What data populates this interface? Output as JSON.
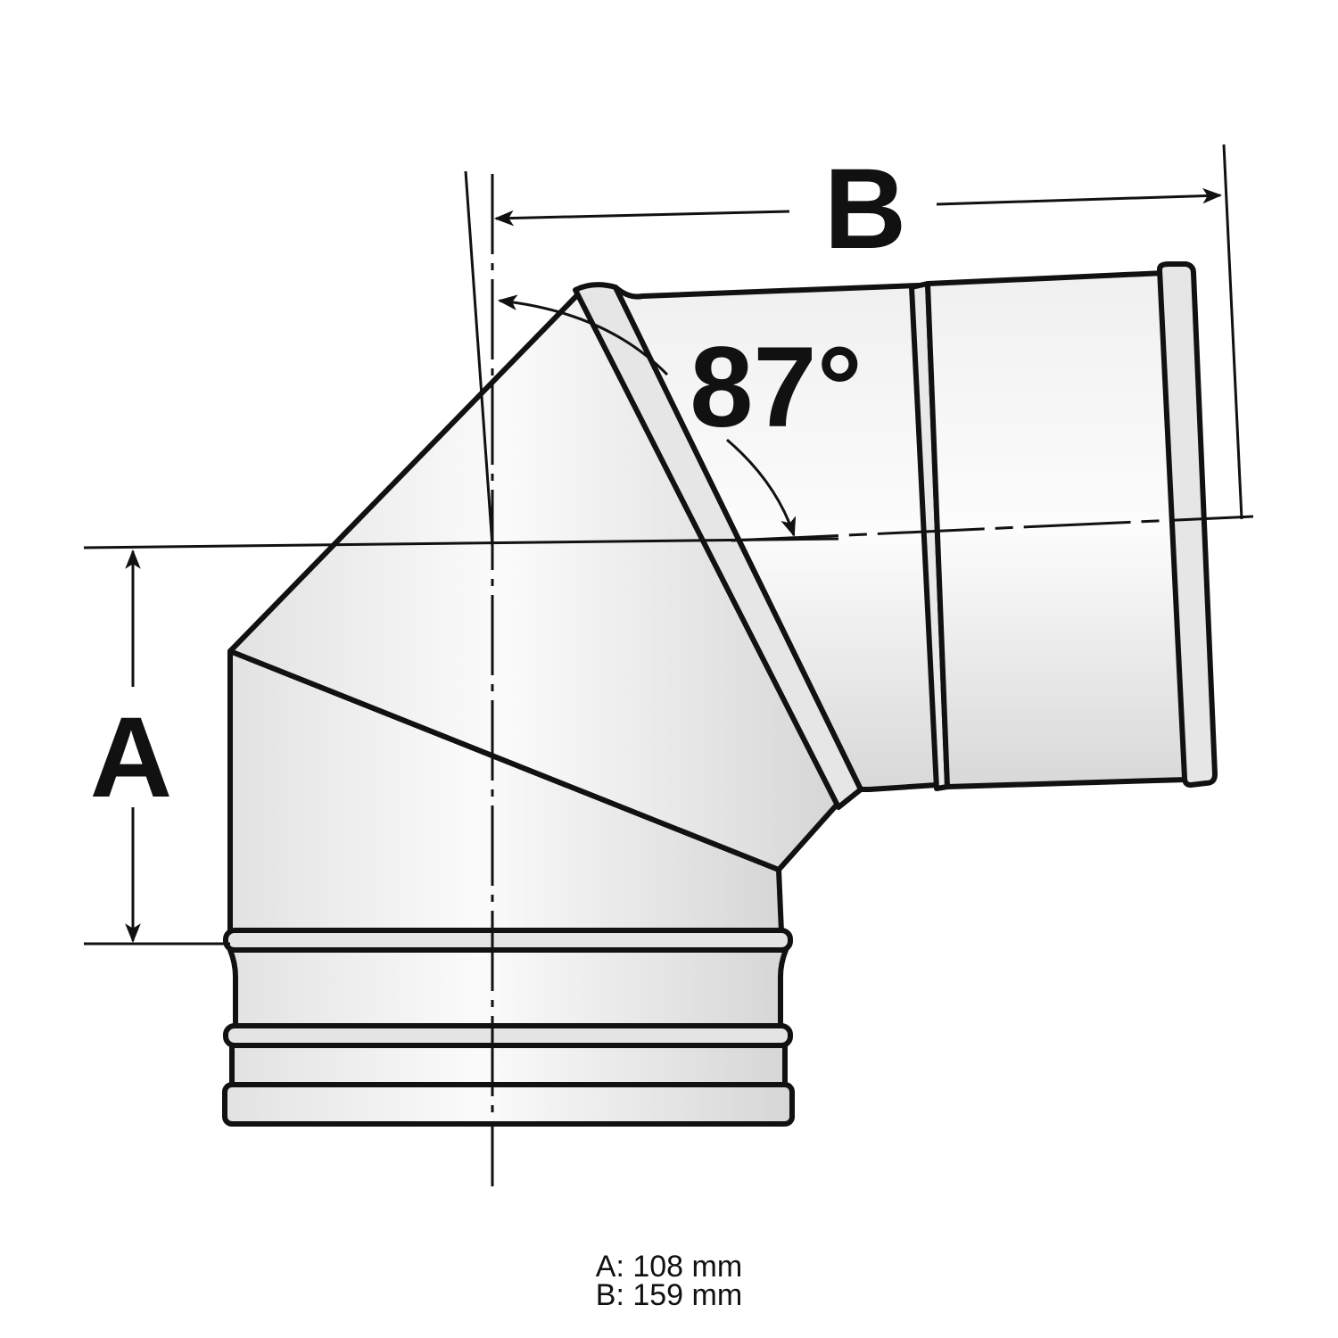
{
  "diagram": {
    "type": "technical drawing",
    "subject": "87 degree pipe elbow",
    "labels": {
      "dimension_a": "A",
      "dimension_b": "B",
      "angle": "87°"
    },
    "colors": {
      "outline": "#111111",
      "fill_light": "#f4f4f4",
      "fill_shade": "#d9d9d9",
      "background": "#ffffff"
    }
  },
  "dimensions": {
    "a_text": "A: 108 mm",
    "b_text": "B: 159 mm",
    "a_value_mm": 108,
    "b_value_mm": 159
  }
}
